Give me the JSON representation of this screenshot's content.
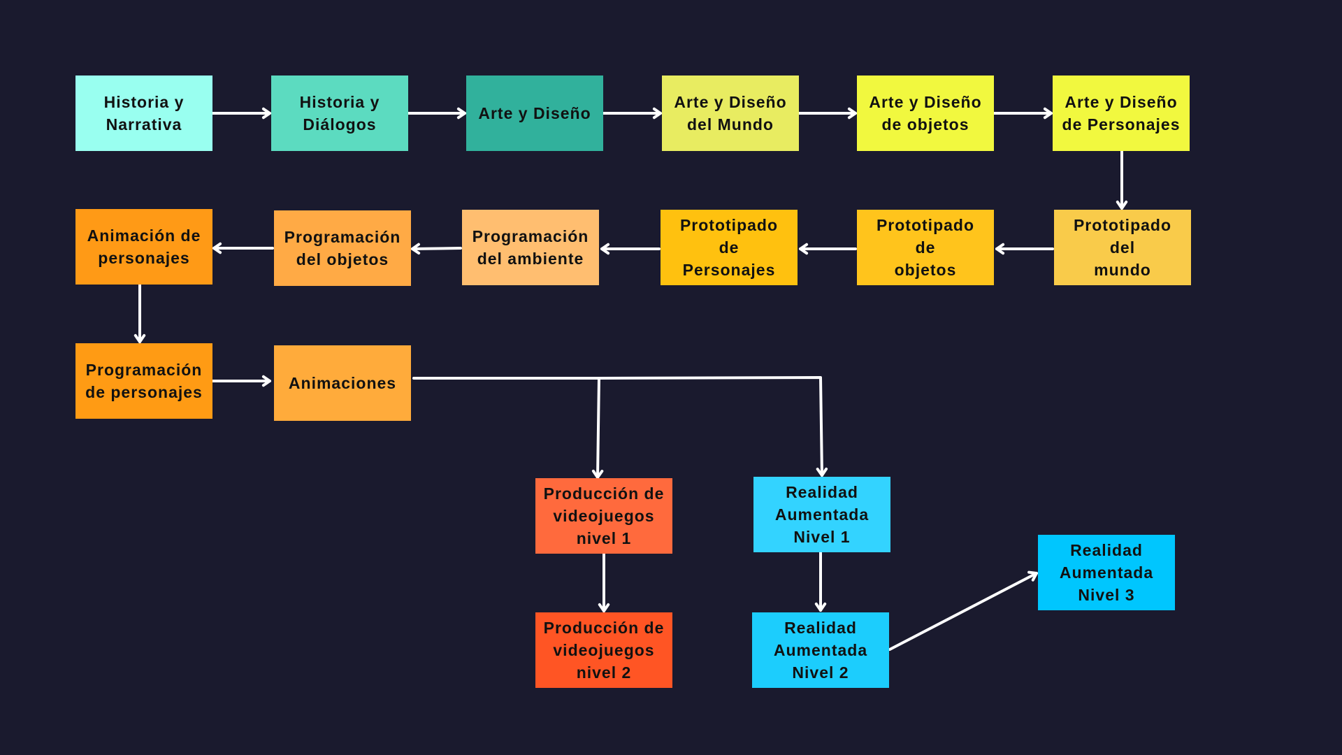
{
  "background": "#1a1a2e",
  "nodes": [
    {
      "id": "historia-narrativa",
      "label": "Historia y\nNarrativa",
      "color": "#99fff0"
    },
    {
      "id": "historia-dialogos",
      "label": "Historia y\nDiálogos",
      "color": "#5cdbc0"
    },
    {
      "id": "arte-diseno",
      "label": "Arte y Diseño",
      "color": "#31b19c"
    },
    {
      "id": "arte-diseno-mundo",
      "label": "Arte y Diseño\ndel Mundo",
      "color": "#e8ec61"
    },
    {
      "id": "arte-diseno-objetos",
      "label": "Arte y Diseño\nde objetos",
      "color": "#f1f83f"
    },
    {
      "id": "arte-diseno-personajes",
      "label": "Arte y Diseño\nde Personajes",
      "color": "#f1f83f"
    },
    {
      "id": "prototipado-mundo",
      "label": "Prototipado del\nmundo",
      "color": "#f9cb4a"
    },
    {
      "id": "prototipado-objetos",
      "label": "Prototipado de\nobjetos",
      "color": "#ffc41c"
    },
    {
      "id": "prototipado-personajes",
      "label": "Prototipado de\nPersonajes",
      "color": "#ffc10f"
    },
    {
      "id": "programacion-ambiente",
      "label": "Programación\ndel ambiente",
      "color": "#ffbe70"
    },
    {
      "id": "programacion-objetos",
      "label": "Programación\ndel objetos",
      "color": "#ffaa45"
    },
    {
      "id": "animacion-personajes",
      "label": "Animación de\npersonajes",
      "color": "#ff9a16"
    },
    {
      "id": "programacion-personajes",
      "label": "Programación\nde personajes",
      "color": "#ff9b14"
    },
    {
      "id": "animaciones",
      "label": "Animaciones",
      "color": "#ffab3b"
    },
    {
      "id": "produccion-nivel-1",
      "label": "Producción de\nvideojuegos\nnivel 1",
      "color": "#ff6a3d"
    },
    {
      "id": "produccion-nivel-2",
      "label": "Producción de\nvideojuegos\nnivel 2",
      "color": "#ff5524"
    },
    {
      "id": "realidad-nivel-1",
      "label": "Realidad\nAumentada\nNivel 1",
      "color": "#33d3ff"
    },
    {
      "id": "realidad-nivel-2",
      "label": "Realidad\nAumentada\nNivel 2",
      "color": "#1ccdfd"
    },
    {
      "id": "realidad-nivel-3",
      "label": "Realidad\nAumentada\nNivel 3",
      "color": "#00c6fe"
    }
  ],
  "edges": [
    {
      "from": "historia-narrativa",
      "to": "historia-dialogos"
    },
    {
      "from": "historia-dialogos",
      "to": "arte-diseno"
    },
    {
      "from": "arte-diseno",
      "to": "arte-diseno-mundo"
    },
    {
      "from": "arte-diseno-mundo",
      "to": "arte-diseno-objetos"
    },
    {
      "from": "arte-diseno-objetos",
      "to": "arte-diseno-personajes"
    },
    {
      "from": "arte-diseno-personajes",
      "to": "prototipado-mundo"
    },
    {
      "from": "prototipado-mundo",
      "to": "prototipado-objetos"
    },
    {
      "from": "prototipado-objetos",
      "to": "prototipado-personajes"
    },
    {
      "from": "prototipado-personajes",
      "to": "programacion-ambiente"
    },
    {
      "from": "programacion-ambiente",
      "to": "programacion-objetos"
    },
    {
      "from": "programacion-objetos",
      "to": "animacion-personajes"
    },
    {
      "from": "animacion-personajes",
      "to": "programacion-personajes"
    },
    {
      "from": "programacion-personajes",
      "to": "animaciones"
    },
    {
      "from": "animaciones",
      "to": "produccion-nivel-1"
    },
    {
      "from": "animaciones",
      "to": "realidad-nivel-1"
    },
    {
      "from": "produccion-nivel-1",
      "to": "produccion-nivel-2"
    },
    {
      "from": "realidad-nivel-1",
      "to": "realidad-nivel-2"
    },
    {
      "from": "realidad-nivel-2",
      "to": "realidad-nivel-3"
    }
  ]
}
